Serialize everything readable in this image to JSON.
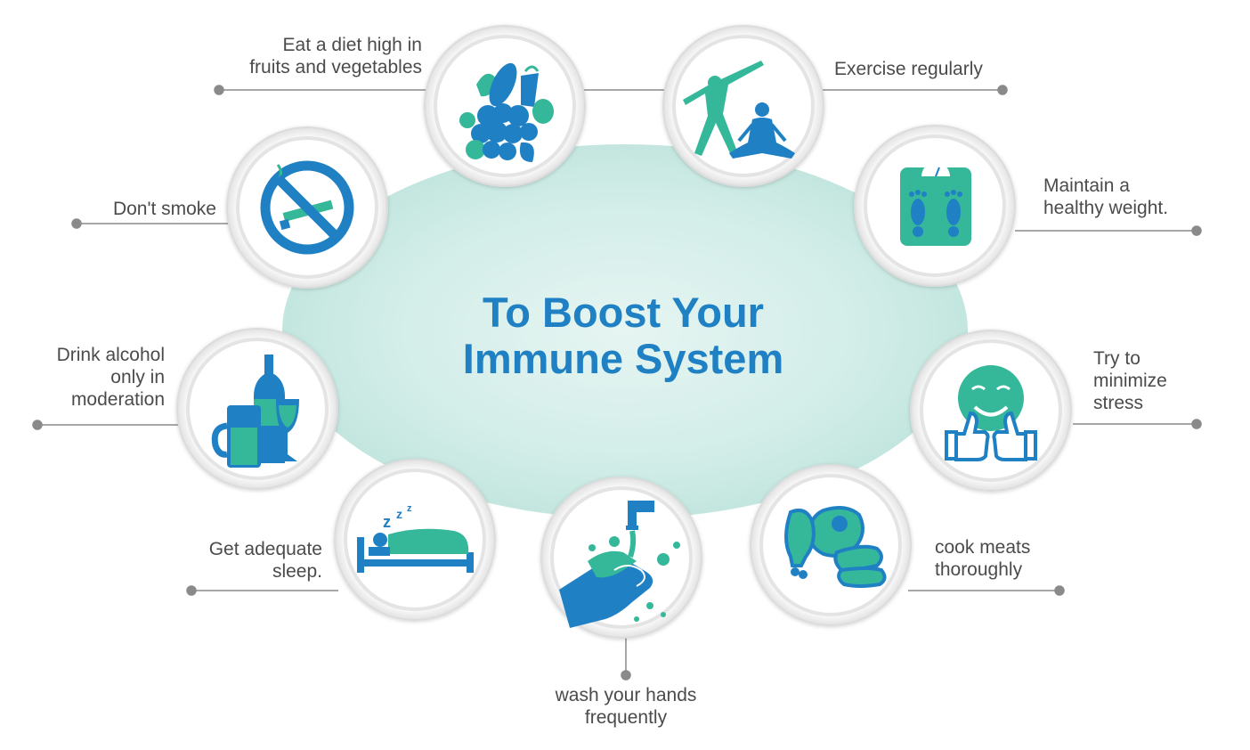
{
  "title": {
    "line1": "To Boost Your",
    "line2": "Immune System"
  },
  "colors": {
    "title": "#1f80c4",
    "blue": "#1f80c4",
    "teal": "#35b89a",
    "connector": "#8a8a8a",
    "ellipse_center": "#cfece6"
  },
  "tips": [
    {
      "lines": [
        "Eat a diet high in",
        "fruits and vegetables"
      ],
      "icon": "fruits-vegetables-icon"
    },
    {
      "lines": [
        "Exercise regularly"
      ],
      "icon": "exercise-icon"
    },
    {
      "lines": [
        "Don't smoke"
      ],
      "icon": "no-smoking-icon"
    },
    {
      "lines": [
        "Maintain a",
        "healthy weight."
      ],
      "icon": "weight-scale-icon"
    },
    {
      "lines": [
        "Drink alcohol",
        "only in",
        "moderation"
      ],
      "icon": "alcohol-icon"
    },
    {
      "lines": [
        "Try to",
        "minimize",
        "stress"
      ],
      "icon": "smiley-thumbs-up-icon"
    },
    {
      "lines": [
        "Get adequate",
        "sleep."
      ],
      "icon": "sleeping-icon"
    },
    {
      "lines": [
        "cook meats",
        "thoroughly"
      ],
      "icon": "meat-icon"
    },
    {
      "lines": [
        "wash your hands",
        "frequently"
      ],
      "icon": "hand-washing-icon"
    }
  ]
}
